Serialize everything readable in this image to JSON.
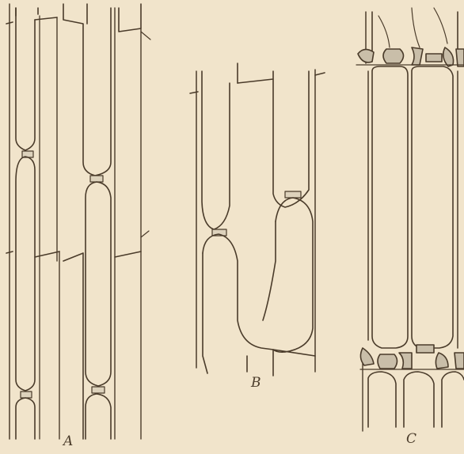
{
  "figure": {
    "background_color": "#f1e4cb",
    "line_color": "#4a3b2a",
    "fill_color": "#c9bea9",
    "panels": [
      {
        "id": "A",
        "label": "A"
      },
      {
        "id": "B",
        "label": "B"
      },
      {
        "id": "C",
        "label": "C"
      }
    ]
  }
}
